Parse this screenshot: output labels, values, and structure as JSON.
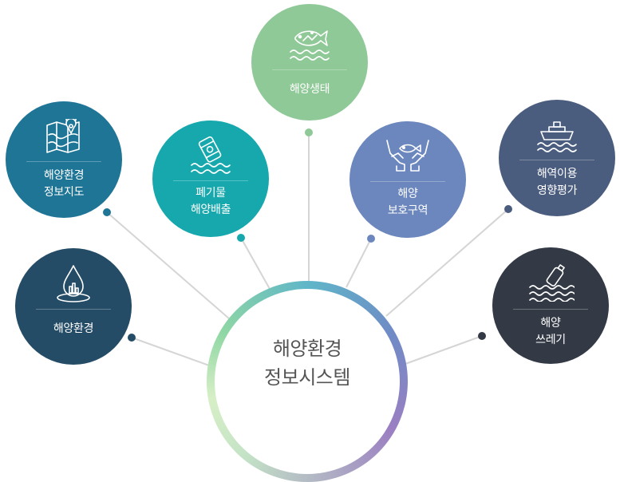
{
  "hub": {
    "line1": "해양환경",
    "line2": "정보시스템"
  },
  "nodes": [
    {
      "id": "marine-ecology",
      "line1": "해양생태",
      "line2": "",
      "icon": "fish-wave-icon",
      "color": "#8fc997"
    },
    {
      "id": "environment-map",
      "line1": "해양환경",
      "line2": "정보지도",
      "icon": "map-pin-icon",
      "color": "#1e7596"
    },
    {
      "id": "waste-discharge",
      "line1": "폐기물",
      "line2": "해양배출",
      "icon": "barrel-wave-icon",
      "color": "#16a8ad"
    },
    {
      "id": "protected-area",
      "line1": "해양",
      "line2": "보호구역",
      "icon": "hands-fish-icon",
      "color": "#6b87bd"
    },
    {
      "id": "impact-assessment",
      "line1": "해역이용",
      "line2": "영향평가",
      "icon": "ship-wave-icon",
      "color": "#4b5d7f"
    },
    {
      "id": "marine-environment",
      "line1": "해양환경",
      "line2": "",
      "icon": "water-drop-icon",
      "color": "#254c66"
    },
    {
      "id": "marine-debris",
      "line1": "해양",
      "line2": "쓰레기",
      "icon": "bottle-wave-icon",
      "color": "#333a46"
    }
  ]
}
